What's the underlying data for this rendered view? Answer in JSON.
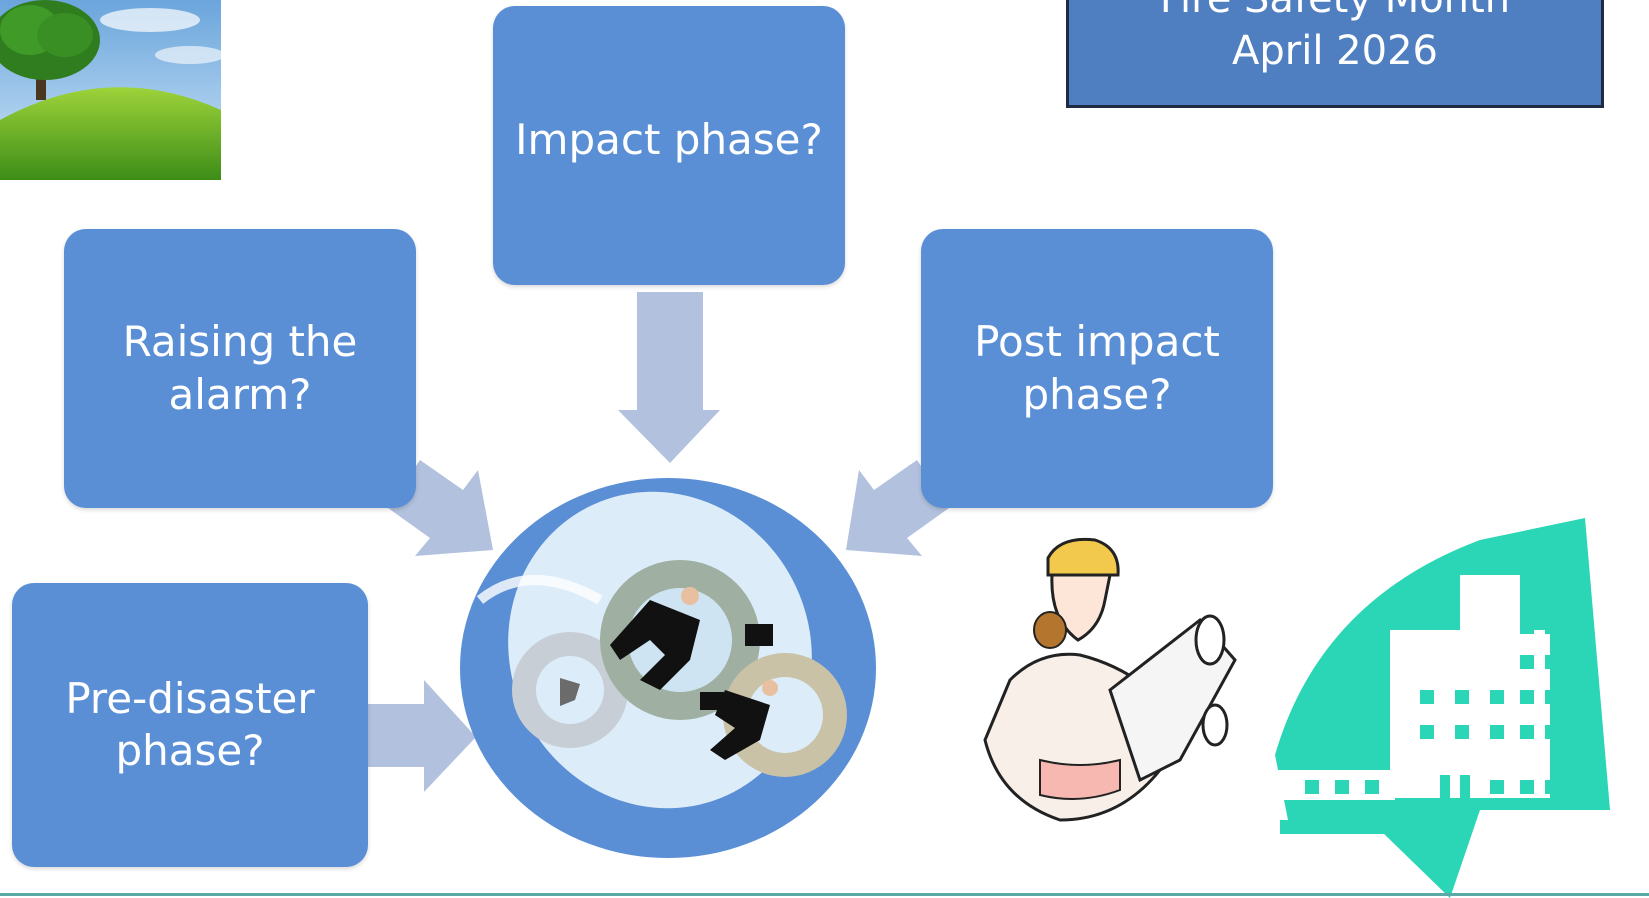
{
  "slide": {
    "title_line1": "Fire Safety Month",
    "title_line2": "April 2026"
  },
  "phases": {
    "impact": "Impact phase?",
    "alarm": "Raising the\nalarm?",
    "post_impact": "Post impact\nphase?",
    "pre_disaster": "Pre-disaster\nphase?"
  },
  "colors": {
    "box_fill": "#5a8fd6",
    "arrow": "#b2c1dd",
    "title_fill": "#4f7fc0",
    "building": "#2ad6b5"
  },
  "images": {
    "tree": "tree-landscape-image",
    "center": "running-businessmen-gears-image",
    "engineer": "engineer-with-blueprints-image",
    "building": "building-logo"
  }
}
